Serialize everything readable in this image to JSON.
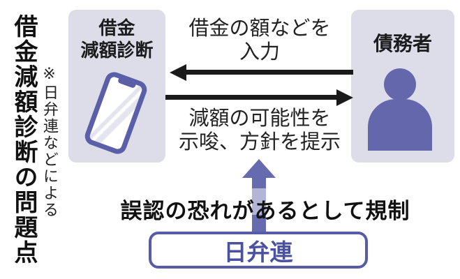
{
  "title": {
    "main": "借金減額診断の問題点",
    "note": "※日弁連などによる"
  },
  "service_box": {
    "label_line1": "借金",
    "label_line2": "減額診断",
    "icon": "smartphone-icon"
  },
  "debtor_box": {
    "label": "債務者",
    "icon": "person-icon"
  },
  "flow_top": {
    "line1": "借金の額などを",
    "line2": "入力",
    "arrow_direction": "debtor-to-service"
  },
  "flow_bottom": {
    "line1": "減額の可能性を",
    "line2": "示唆、方針を提示",
    "arrow_direction": "service-to-debtor"
  },
  "regulation": {
    "label": "誤認の恐れがあるとして規制",
    "arrow_direction": "up",
    "source_label": "日弁連"
  },
  "colors": {
    "panel_fill": "#dcdde9",
    "icon_purple": "#6467ac",
    "phone_border": "#5b5fa8",
    "arrow_black": "#1a1a1a",
    "regulation_arrow": "#666aae",
    "regulation_arrow_light": "#b2b5d6",
    "source_border": "#575ca9",
    "source_text": "#4b51a1",
    "text_black": "#111111"
  }
}
